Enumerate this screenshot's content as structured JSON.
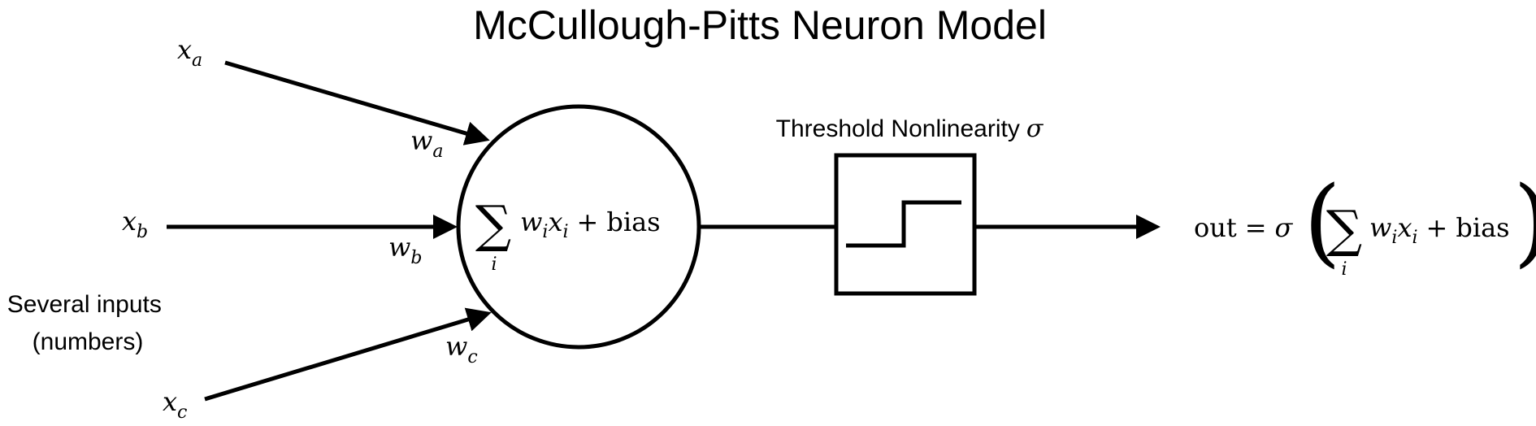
{
  "title": "McCullough-Pitts Neuron Model",
  "inputs": [
    {
      "symbol": "x",
      "sub": "a",
      "weight_symbol": "w",
      "weight_sub": "a"
    },
    {
      "symbol": "x",
      "sub": "b",
      "weight_symbol": "w",
      "weight_sub": "b"
    },
    {
      "symbol": "x",
      "sub": "c",
      "weight_symbol": "w",
      "weight_sub": "c"
    }
  ],
  "inputs_caption": {
    "line1": "Several inputs",
    "line2": "(numbers)"
  },
  "neuron": {
    "sigma": "∑",
    "index": "i",
    "w": "w",
    "w_sub": "i",
    "x": "x",
    "x_sub": "i",
    "plus": "+",
    "bias": "bias"
  },
  "threshold": {
    "label": "Threshold Nonlinearity",
    "symbol": "σ"
  },
  "output": {
    "out": "out",
    "equals": "=",
    "sigma_fn": "σ",
    "lparen": "(",
    "rparen": ")",
    "sum": "∑",
    "index": "i",
    "w": "w",
    "w_sub": "i",
    "x": "x",
    "x_sub": "i",
    "plus": "+",
    "bias": "bias"
  }
}
